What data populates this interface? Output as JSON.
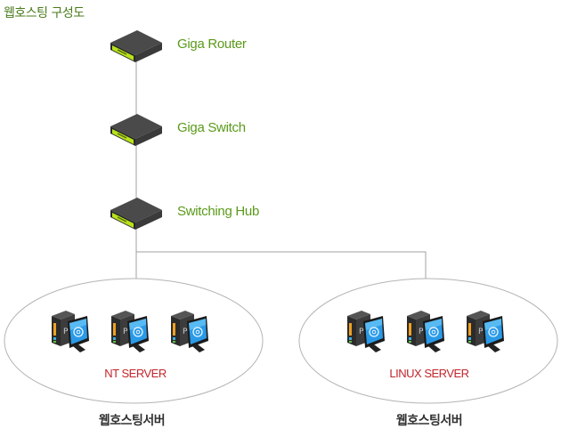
{
  "title": "웹호스팅 구성도",
  "devices": [
    {
      "label": "Giga Router",
      "icon": "router-icon"
    },
    {
      "label": "Giga Switch",
      "icon": "switch-icon"
    },
    {
      "label": "Switching Hub",
      "icon": "hub-icon"
    }
  ],
  "groups": [
    {
      "label": "NT SERVER",
      "caption": "웹호스팅서버",
      "server_count": 3
    },
    {
      "label": "LINUX SERVER",
      "caption": "웹호스팅서버",
      "server_count": 3
    }
  ],
  "colors": {
    "title": "#4a7a1c",
    "device_label": "#5a9a1a",
    "group_label": "#c0262c",
    "caption": "#333333",
    "line": "#a0a0a0"
  }
}
